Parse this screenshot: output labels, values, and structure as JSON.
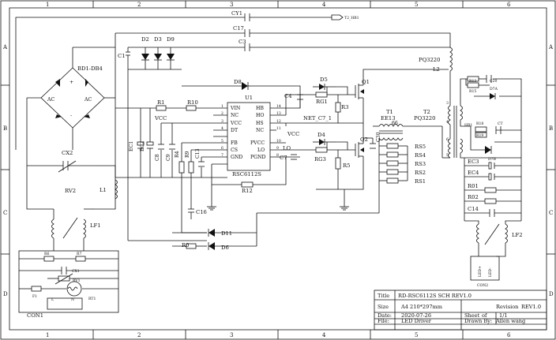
{
  "zones": {
    "top": [
      "1",
      "2",
      "3",
      "4",
      "5",
      "6"
    ],
    "side": [
      "A",
      "B",
      "C",
      "D"
    ]
  },
  "ic": {
    "name": "U1",
    "part": "RSC6112S",
    "pins_left": [
      {
        "num": "1",
        "name": "VIN"
      },
      {
        "num": "2",
        "name": "NC"
      },
      {
        "num": "3",
        "name": "VCC"
      },
      {
        "num": "4",
        "name": "DT"
      },
      {
        "num": "5",
        "name": "FB"
      },
      {
        "num": "6",
        "name": "CS"
      },
      {
        "num": "7",
        "name": "GND"
      }
    ],
    "pins_right": [
      {
        "num": "14",
        "name": "HB"
      },
      {
        "num": "13",
        "name": "HO"
      },
      {
        "num": "12",
        "name": "HS"
      },
      {
        "num": "11",
        "name": "NC"
      },
      {
        "num": "10",
        "name": "PVCC"
      },
      {
        "num": "9",
        "name": "LO"
      },
      {
        "num": "8",
        "name": "PGND"
      }
    ]
  },
  "labels": {
    "cy1": "CY1",
    "t2_hb": "T2_HB1",
    "c17": "C17",
    "c3": "C3",
    "c1": "C1",
    "d2": "D2",
    "d3": "D3",
    "d9": "D9",
    "bd": "BD1-DB4",
    "ac1": "AC",
    "ac2": "AC",
    "plus": "+",
    "minus": "-",
    "d8": "D8",
    "d5": "D5",
    "rg1": "RG1",
    "r3": "R3",
    "q1": "Q1",
    "c4": "C4",
    "net_c7": "NET_C7_1",
    "vcc_right": "VCC",
    "lo_right": "LO",
    "d4": "D4",
    "rg3": "RG3",
    "r5": "R5",
    "q2": "Q2",
    "c7": "C7",
    "r1": "R1",
    "r10": "R10",
    "vcc_left": "VCC",
    "ec1": "EC1",
    "ec2": "EC2",
    "c8": "C8",
    "c9": "C9",
    "r4": "R4",
    "r9": "R9",
    "c13": "C13",
    "r12": "R12",
    "c16": "C16",
    "d11": "D11",
    "d6": "D6",
    "r0": "R0",
    "cx2": "CX2",
    "rv2": "RV2",
    "l1": "L1",
    "lf1": "LF1",
    "r6": "R6",
    "r7": "R7",
    "cx1": "CX1",
    "rv1": "RV1",
    "f1": "F1",
    "rt1": "RT1",
    "con1": "CON1",
    "con_l": "L",
    "con_n": "N",
    "t1": "T1",
    "ee13": "EE13",
    "t1_66": "66",
    "c30": "C30",
    "rs5": "RS5",
    "rs4": "RS4",
    "rs3": "RS3",
    "rs2": "RS2",
    "rs1": "RS1",
    "pq_top": "PQ3220",
    "l2": "L2",
    "t2": "T2",
    "pq_t2": "PQ3220",
    "r13": "R13",
    "c20": "C20",
    "r15": "R15",
    "d7a": "D7A",
    "hb1": "HB1",
    "r18": "R18",
    "r19": "R19",
    "ct": "CT",
    "d7b": "D7B",
    "ec3": "EC3",
    "ec4": "EC4",
    "r01": "R01",
    "r02": "R02",
    "c14": "C14",
    "lf2": "LF2",
    "led_plus": "LED+",
    "led_minus": "LED-",
    "con2": "CON2",
    "pin3": "3",
    "pin4": "4",
    "pin6": "6",
    "pin5": "5"
  },
  "title_block": {
    "title_label": "Title",
    "title": "RD-RSC6112S SCH REV1.0",
    "size_label": "Size",
    "size": "A4 210*297mm",
    "revision_label": "Revision",
    "revision": "REV1.0",
    "date_label": "Date:",
    "date": "2020-07-26",
    "sheet_label": "Sheet",
    "sheet_of": "of",
    "sheet": "1/1",
    "file_label": "File:",
    "file": "LED Driver",
    "drawn_label": "Drawn By:",
    "drawn": "Allen wang"
  }
}
